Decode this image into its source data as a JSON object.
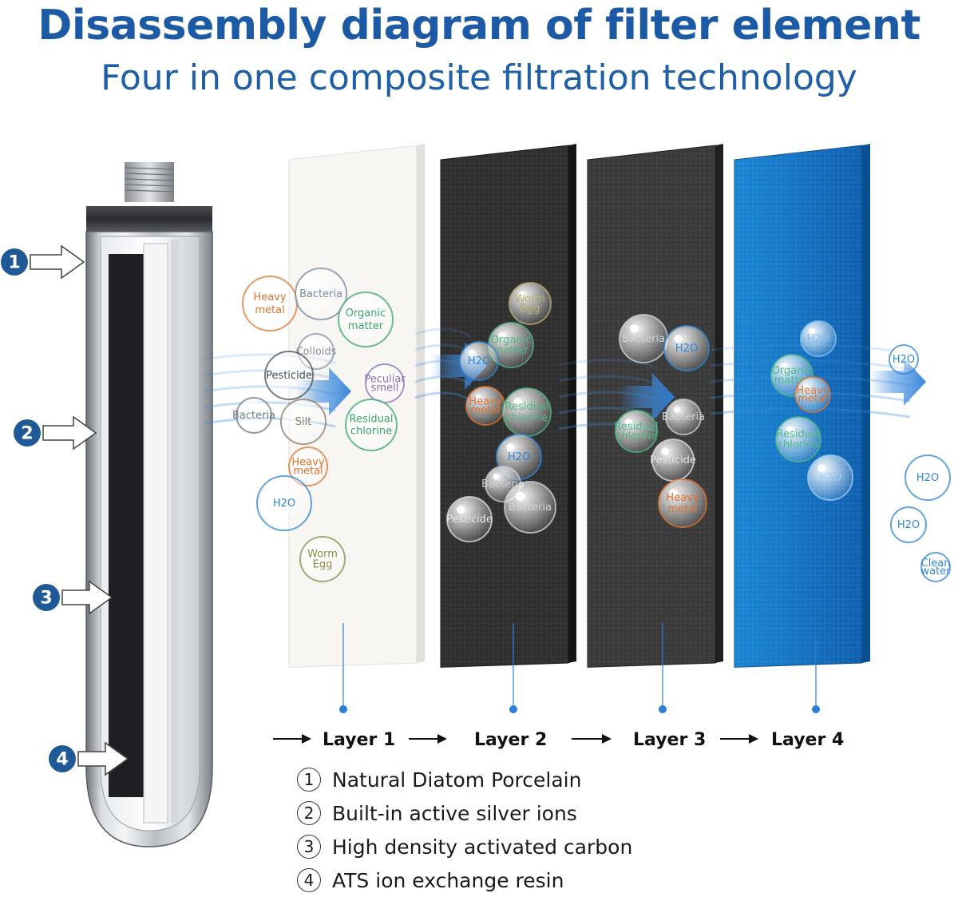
{
  "header": {
    "title": "Disassembly diagram of filter element",
    "subtitle": "Four in one composite filtration technology"
  },
  "colors": {
    "title": "#1d5aa6",
    "callout": "#1f5a96",
    "layer1": "#f7f6f3",
    "layer2": "#2f2f2f",
    "layer3": "#3a3a3a",
    "layer4": "#1a73c0",
    "flow": "#3f8ee0"
  },
  "callouts": [
    {
      "number": "1"
    },
    {
      "number": "2"
    },
    {
      "number": "3"
    },
    {
      "number": "4"
    }
  ],
  "layers": [
    {
      "label": "Layer 1"
    },
    {
      "label": "Layer 2"
    },
    {
      "label": "Layer 3"
    },
    {
      "label": "Layer 4"
    }
  ],
  "legend": [
    {
      "number": "1",
      "text": "Natural Diatom Porcelain"
    },
    {
      "number": "2",
      "text": "Built-in active silver ions"
    },
    {
      "number": "3",
      "text": "High density activated carbon"
    },
    {
      "number": "4",
      "text": "ATS ion exchange resin"
    }
  ],
  "bubbles": {
    "left": [
      {
        "text": "Heavy metal",
        "color": "#e0742f"
      },
      {
        "text": "Bacteria",
        "color": "#7a8aa0"
      },
      {
        "text": "Organic matter",
        "color": "#3aa56e"
      },
      {
        "text": "Colloids",
        "color": "#8a93a0"
      },
      {
        "text": "Pesticide",
        "color": "#4a4f5a"
      },
      {
        "text": "Peculiar smell",
        "color": "#8a6fb8"
      },
      {
        "text": "Bacteria",
        "color": "#707a88"
      },
      {
        "text": "Silt",
        "color": "#8a7a6a"
      },
      {
        "text": "Residual chlorine",
        "color": "#3aa56e"
      },
      {
        "text": "Heavy metal",
        "color": "#e0742f"
      },
      {
        "text": "H2O",
        "color": "#2f86d6"
      },
      {
        "text": "Worm Egg",
        "color": "#8a8f4a"
      }
    ],
    "layer2": [
      {
        "text": "Worm Egg",
        "color": "#b9b070"
      },
      {
        "text": "Organic matter",
        "color": "#4fb886"
      },
      {
        "text": "H2O",
        "color": "#2f86d6"
      },
      {
        "text": "Heavy metal",
        "color": "#e0742f"
      },
      {
        "text": "Residual chlorine",
        "color": "#4fb886"
      },
      {
        "text": "H2O",
        "color": "#2f86d6"
      },
      {
        "text": "Bacteria",
        "color": "#c8ccd4"
      },
      {
        "text": "Bacteria",
        "color": "#d0d4dc"
      },
      {
        "text": "Pesticide",
        "color": "#e0e2e8"
      }
    ],
    "layer3": [
      {
        "text": "Bacteria",
        "color": "#d0d4dc"
      },
      {
        "text": "H2O",
        "color": "#2f86d6"
      },
      {
        "text": "Residual chlorine",
        "color": "#4fb886"
      },
      {
        "text": "Bacteria",
        "color": "#d0d4dc"
      },
      {
        "text": "Pesticide",
        "color": "#e0e2e8"
      },
      {
        "text": "Heavy metal",
        "color": "#e0742f"
      }
    ],
    "layer4": [
      {
        "text": "H2O",
        "color": "#7fc0f0"
      },
      {
        "text": "Organic matter",
        "color": "#4fb886"
      },
      {
        "text": "Heavy metal",
        "color": "#e0742f"
      },
      {
        "text": "Residual chlorine",
        "color": "#4fb886"
      },
      {
        "text": "H2O",
        "color": "#9fd0f5"
      }
    ],
    "right": [
      {
        "text": "H2O",
        "color": "#2f86d6"
      },
      {
        "text": "H2O",
        "color": "#2f86d6"
      },
      {
        "text": "H2O",
        "color": "#2f86d6"
      },
      {
        "text": "Clean water",
        "color": "#2f86d6"
      }
    ]
  }
}
